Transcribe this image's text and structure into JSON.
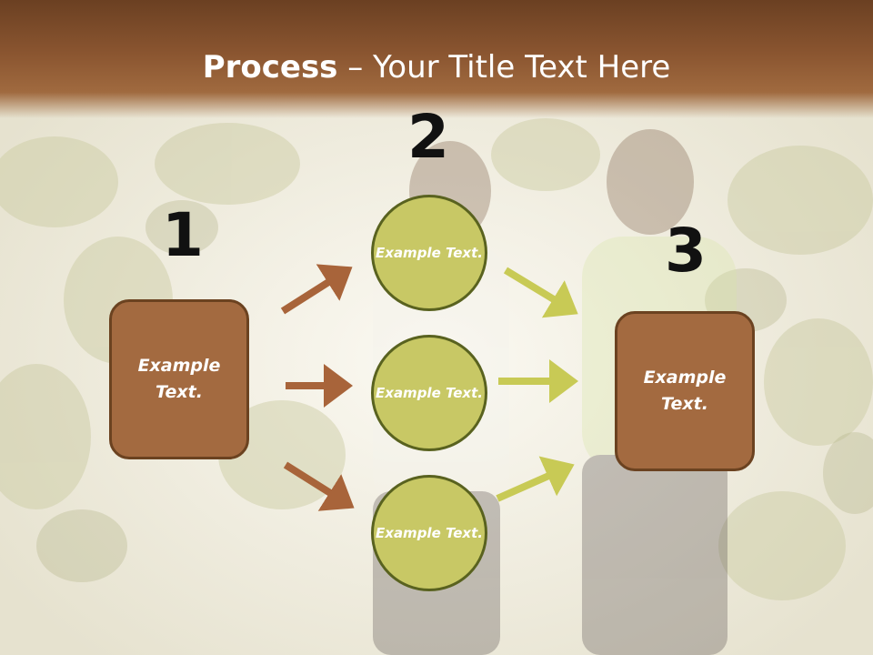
{
  "slide": {
    "title_bold": "Process",
    "title_rest": " – Your Title Text Here"
  },
  "steps": [
    {
      "number": "1",
      "box_label": "Example Text."
    },
    {
      "number": "2",
      "items": [
        "Example Text.",
        "Example Text.",
        "Example Text."
      ]
    },
    {
      "number": "3",
      "box_label": "Example Text."
    }
  ],
  "colors": {
    "header": "#8a5530",
    "box_fill": "#a36a40",
    "box_border": "#6b4220",
    "circle_fill": "#c8c865",
    "circle_border": "#59621f",
    "arrow_brown": "#a8643a",
    "arrow_green": "#c8ca55"
  }
}
